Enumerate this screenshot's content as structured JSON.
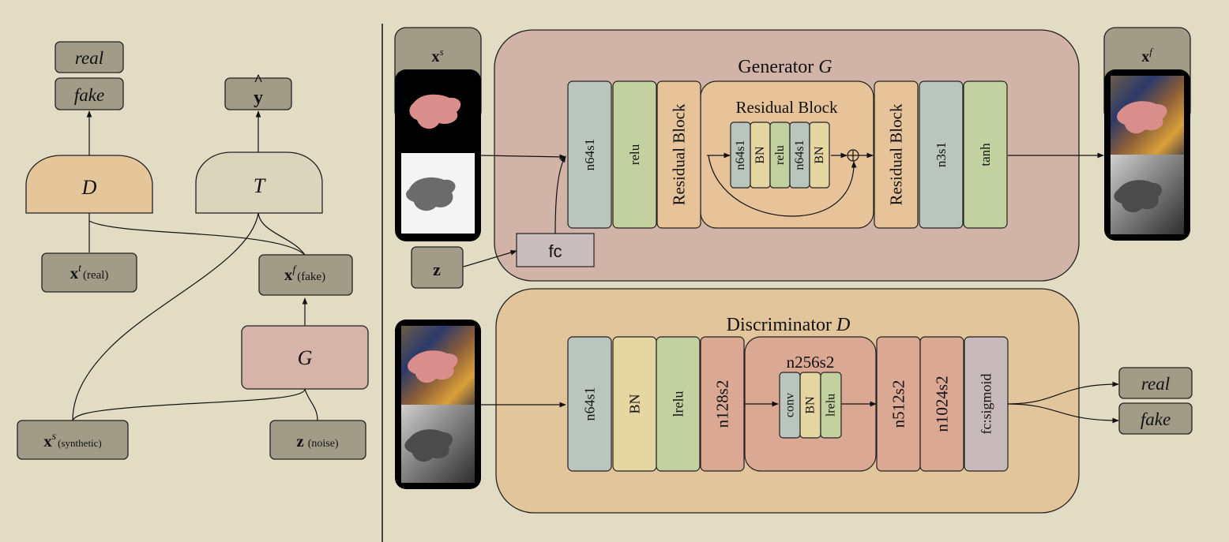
{
  "colors": {
    "background": "#e3dcc4",
    "node_grey": "#a09c88",
    "discriminator_orange": "#e5c59a",
    "task_network_beige": "#dad5bd",
    "generator_pink": "#d6b4aa",
    "generator_panel": "#d2b3a7",
    "residual_block_orange": "#e6c399",
    "conv_blue": "#b9c5bd",
    "relu_green": "#c3d0a0",
    "bn_yellow": "#e6d6a1",
    "stride_pink": "#dba894",
    "fc_mauve": "#c8b9bb",
    "fc_box": "#c9bcbd"
  },
  "left": {
    "out_real": "real",
    "out_fake": "fake",
    "out_yhat": "y",
    "yhat_accent": "^",
    "disc_label": "D",
    "task_label": "T",
    "gen_label": "G",
    "xt": {
      "main": "x",
      "sup": "t",
      "sub": "(real)"
    },
    "xf": {
      "main": "x",
      "sup": "f",
      "sub": "(fake)"
    },
    "xs": {
      "main": "x",
      "sup": "s",
      "sub": "(synthetic)"
    },
    "z": {
      "main": "z",
      "sub": "(noise)"
    }
  },
  "generator": {
    "title_prefix": "Generator ",
    "title_symbol": "G",
    "input_label": {
      "main": "x",
      "sup": "s"
    },
    "output_label": {
      "main": "x",
      "sup": "f"
    },
    "noise_label": "z",
    "fc_label": "fc",
    "layers": [
      "n64s1",
      "relu",
      "Residual Block",
      "Residual Block",
      "n3s1",
      "tanh"
    ],
    "residual_title": "Residual Block",
    "residual_layers": [
      "n64s1",
      "BN",
      "relu",
      "n64s1",
      "BN"
    ],
    "sum_symbol": "⊕"
  },
  "discriminator": {
    "title_prefix": "Discriminator ",
    "title_symbol": "D",
    "layers": [
      "n64s1",
      "BN",
      "lrelu",
      "n128s2",
      "n512s2",
      "n1024s2",
      "fc:sigmoid"
    ],
    "block_title": "n256s2",
    "block_layers": [
      "conv",
      "BN",
      "lrelu"
    ],
    "out_real": "real",
    "out_fake": "fake"
  }
}
